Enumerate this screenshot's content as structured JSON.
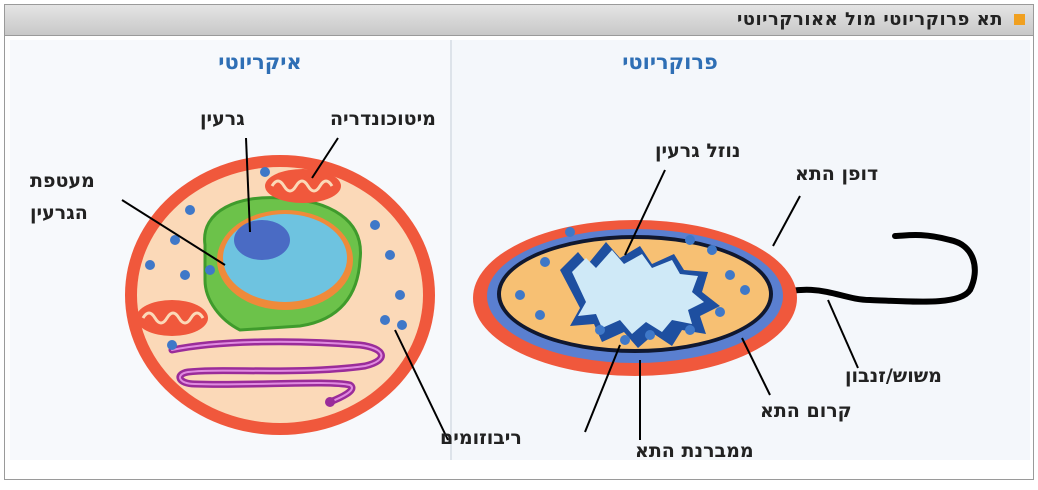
{
  "window": {
    "title": "תא פרוקריוטי מול אאורקריוטי"
  },
  "panels": {
    "eukaryote": {
      "heading": "איקריוטי"
    },
    "prokaryote": {
      "heading": "פרוקריוטי"
    }
  },
  "labels": {
    "nucleus": "גרעין",
    "mitochondria": "מיטוכונדריה",
    "nuclear_envelope_line1": "מעטפת",
    "nuclear_envelope_line2": "הגרעין",
    "ribosomes": "ריבוזומים",
    "nucleoid": "נוזל גרעין",
    "cell_wall": "דופן התא",
    "flagellum": "משוש/זנבון",
    "cell_capsule": "קרום התא",
    "cell_membrane": "ממברנת התא"
  },
  "colors": {
    "heading_blue": "#2f6fb5",
    "cell_red": "#f0583c",
    "cytoplasm_peach": "#fbd9b8",
    "prok_cytoplasm": "#f7c073",
    "membrane_blue": "#5a7fd0",
    "nucleus_blue": "#6ec3e0",
    "er_green": "#6cc24a",
    "golgi_purple": "#9a2c9a"
  }
}
